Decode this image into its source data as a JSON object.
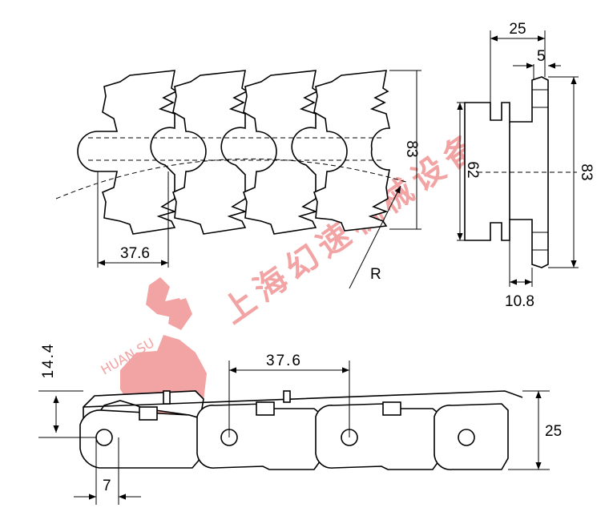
{
  "watermark": {
    "brand_en": "HUAN SU",
    "brand_cn": "上海幻速机械设备",
    "color": "#f2a3a3"
  },
  "top_view": {
    "pitch": "37.6",
    "width": "83",
    "radius_label": "R"
  },
  "side_section": {
    "overall": "25",
    "tab": "5",
    "inner": "62",
    "outer": "83",
    "base": "10.8"
  },
  "front_view": {
    "pitch": "37.6",
    "height": "14.4",
    "thickness": "25",
    "pin_offset": "7"
  }
}
